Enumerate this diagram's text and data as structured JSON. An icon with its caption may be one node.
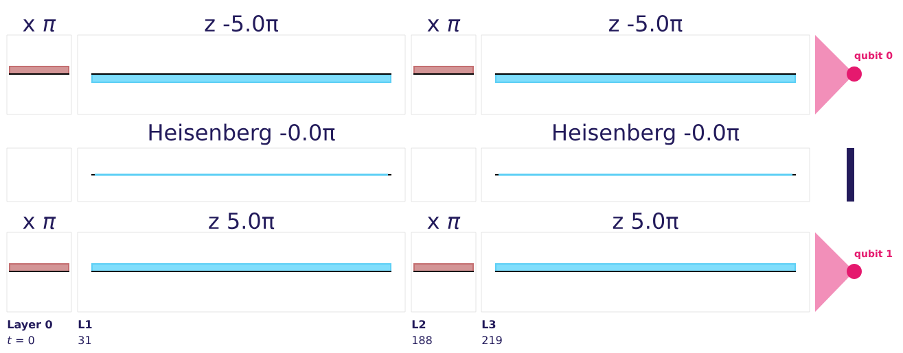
{
  "diagram": {
    "nodes": [
      {
        "text": [
          "x *π*"
        ]
      },
      {
        "text": [
          "z -5.0π"
        ]
      },
      {
        "text": [
          "x *π*"
        ]
      },
      {
        "text": [
          "z -5.0π"
        ]
      },
      {
        "text": [],
        "shape": "box"
      },
      {
        "text": [
          "Heisenberg -0.0π"
        ]
      },
      {
        "text": [],
        "shape": "box"
      },
      {
        "text": [
          "Heisenberg -0.0π"
        ]
      },
      {
        "text": [
          "x *π*"
        ]
      },
      {
        "text": [
          "z 5.0π"
        ]
      },
      {
        "text": [
          "x *π*"
        ]
      },
      {
        "text": [
          "z 5.0π"
        ]
      }
    ],
    "labels": [
      "qubit 0",
      "qubit 1",
      "Layer 0",
      "L1",
      "L2",
      "L3",
      "*t* = 0",
      "31",
      "188",
      "219"
    ]
  }
}
